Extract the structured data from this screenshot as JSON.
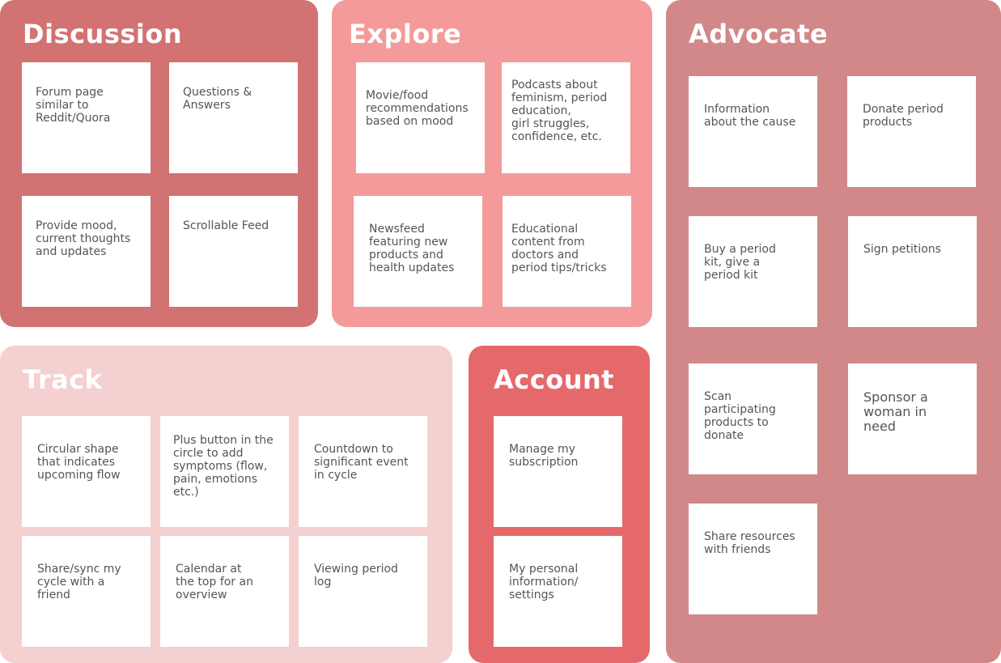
{
  "colors": {
    "discussion": "#d37272",
    "explore": "#f49a9a",
    "advocate": "#d28888",
    "track": "#f4d0d0",
    "account": "#e5696a",
    "note_bg": "#ffffff",
    "note_text": "#555555"
  },
  "groups": {
    "discussion": {
      "title": "Discussion",
      "notes": [
        "Forum page\nsimilar to\nReddit/Quora",
        "Questions &\nAnswers",
        "Provide mood,\ncurrent thoughts\nand updates",
        "Scrollable Feed"
      ]
    },
    "explore": {
      "title": "Explore",
      "notes": [
        "Movie/food\nrecommendations\nbased on mood",
        "Podcasts about\nfeminism, period\neducation,\ngirl struggles,\nconfidence, etc.",
        "Newsfeed\nfeaturing new\nproducts and\nhealth updates",
        "Educational\ncontent from\ndoctors and\nperiod tips/tricks"
      ]
    },
    "advocate": {
      "title": "Advocate",
      "notes": [
        "Information\nabout the cause",
        "Donate period\nproducts",
        "Buy a period\nkit, give a\nperiod kit",
        "Sign petitions",
        "Scan\nparticipating\nproducts to\ndonate",
        "Sponsor a\nwoman in\nneed",
        "Share resources\nwith friends"
      ]
    },
    "track": {
      "title": "Track",
      "notes": [
        "Circular shape\nthat indicates\nupcoming flow",
        "Plus button in the\ncircle to add\nsymptoms (flow,\npain, emotions\netc.)",
        "Countdown to\nsignificant event\nin cycle",
        "Share/sync my\ncycle with a\nfriend",
        "Calendar at\nthe top for an\noverview",
        "Viewing period\nlog"
      ]
    },
    "account": {
      "title": "Account",
      "notes": [
        "Manage my\nsubscription",
        "My personal\ninformation/\nsettings"
      ]
    }
  }
}
